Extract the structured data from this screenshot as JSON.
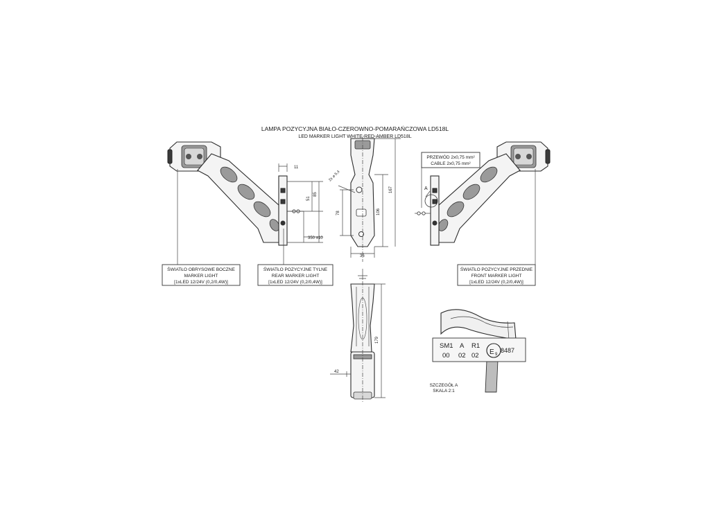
{
  "title": {
    "line1": "LAMPA POZYCYJNA BIAŁO-CZEROWNO-POMARAŃCZOWA LD518L",
    "line2": "LED MARKER LIGHT WHITE-RED-AMBER LD518L"
  },
  "callouts": {
    "side": {
      "line1": "ŚWIATŁO OBRYSOWE BOCZNE",
      "line2": "MARKER LIGHT",
      "line3": "[1xLED 12/24V (0,2/0,4W)]"
    },
    "rear": {
      "line1": "ŚWIATŁO POZYCYJNE TYLNE",
      "line2": "REAR MARKER LIGHT",
      "line3": "[1xLED 12/24V (0,2/0,4W)]"
    },
    "front": {
      "line1": "ŚWIATŁO POZYCYJNE PRZEDNIE",
      "line2": "FRONT MARKER LIGHT",
      "line3": "[1xLED 12/24V (0,2/0,4W)]"
    },
    "cable": {
      "line1": "PRZEWÓD 2x0,75 mm²",
      "line2": "CABLE 2x0,75 mm²"
    }
  },
  "dimensions": {
    "d11": "11",
    "d51": "51",
    "d85": "85",
    "d350": "350 ±10",
    "d2x54": "2x ⌀ 5,4",
    "d78": "78",
    "d106": "106",
    "d167": "167",
    "d36": "36",
    "d179": "179",
    "d42": "42"
  },
  "markers": {
    "section_a": "A"
  },
  "detail": {
    "row1": [
      "SM1",
      "A",
      "R1"
    ],
    "row2": [
      "00",
      "02",
      "02"
    ],
    "approval_mark": "E",
    "approval_number": "9",
    "approval_code": "8487",
    "caption_line1": "SZCZEGÓŁ A",
    "caption_line2": "SKALA 2:1"
  }
}
